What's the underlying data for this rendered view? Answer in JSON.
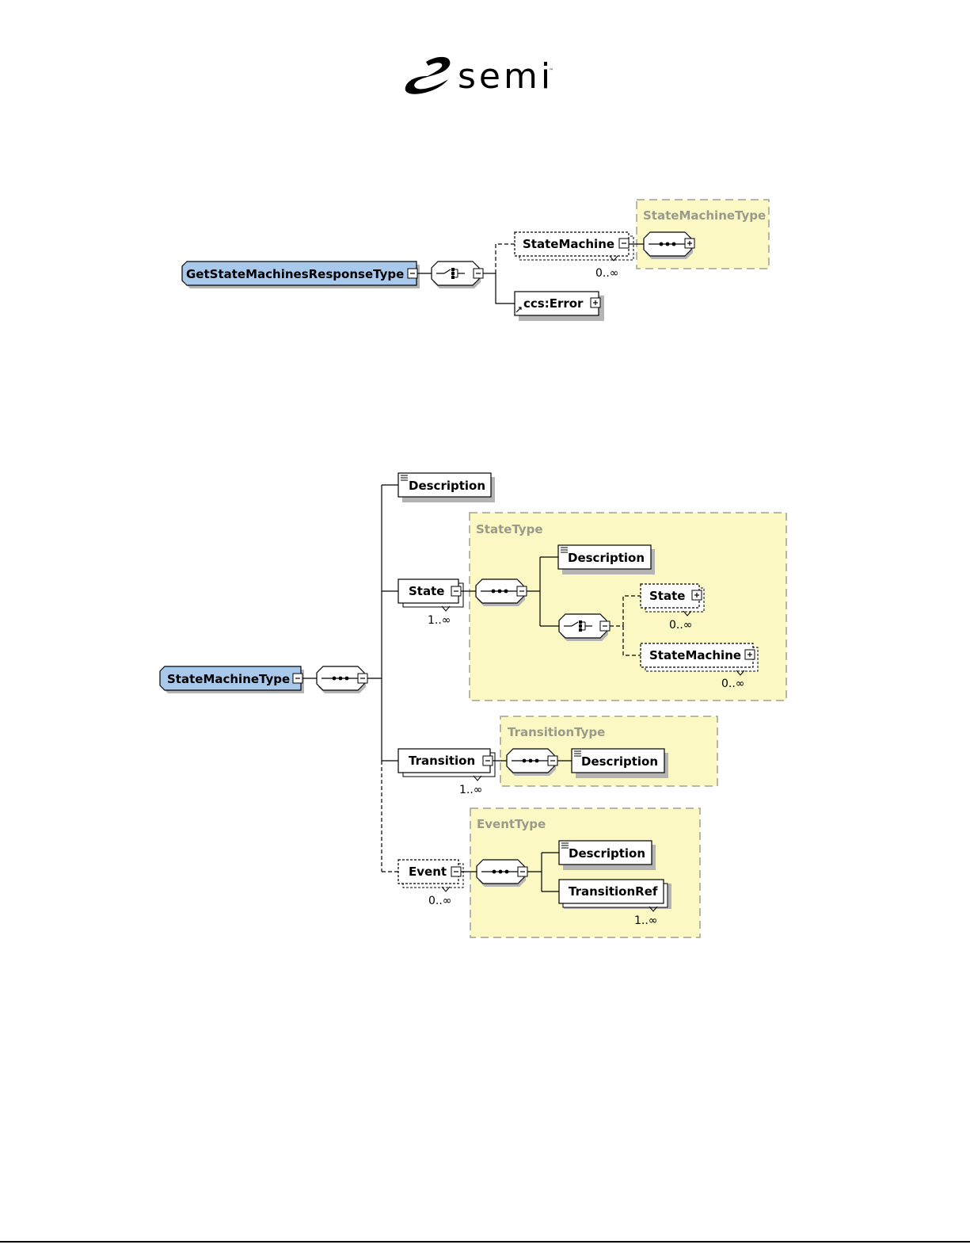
{
  "logo": {
    "text": "semi",
    "trademark": "™"
  },
  "diagram1": {
    "root": "GetStateMachinesResponseType",
    "group_type": "StateMachineType",
    "children": [
      {
        "label": "StateMachine",
        "occurs": "0..∞"
      },
      {
        "label": "ccs:Error"
      }
    ]
  },
  "diagram2": {
    "root": "StateMachineType",
    "description": "Description",
    "state": {
      "label": "State",
      "occurs": "1..∞"
    },
    "state_type": {
      "title": "StateType",
      "description": "Description",
      "state": {
        "label": "State",
        "occurs": "0..∞"
      },
      "state_machine": {
        "label": "StateMachine",
        "occurs": "0..∞"
      }
    },
    "transition": {
      "label": "Transition",
      "occurs": "1..∞"
    },
    "transition_type": {
      "title": "TransitionType",
      "description": "Description"
    },
    "event": {
      "label": "Event",
      "occurs": "0..∞"
    },
    "event_type": {
      "title": "EventType",
      "description": "Description",
      "transition_ref": {
        "label": "TransitionRef",
        "occurs": "1..∞"
      }
    }
  },
  "colors": {
    "root_fill": "#a8c8ec",
    "group_fill": "#fbf8c4",
    "group_border": "#a0a090",
    "shadow": "#b4b4b4"
  }
}
